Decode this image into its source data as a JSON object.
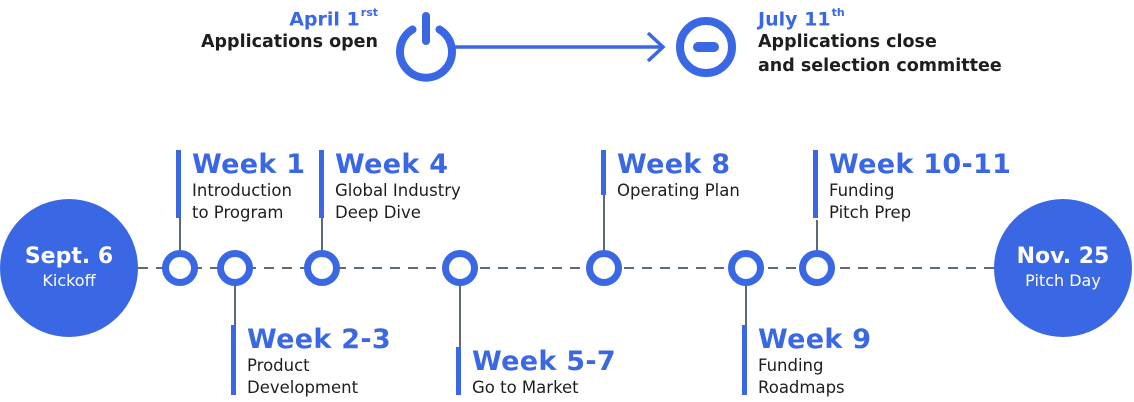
{
  "application": {
    "open": {
      "month_day": "April 1",
      "suffix": "rst",
      "label": "Applications open"
    },
    "close": {
      "month_day": "July 11",
      "suffix": "th",
      "line1": "Applications close",
      "line2": "and selection committee"
    }
  },
  "endpoints": {
    "start": {
      "title": "Sept. 6",
      "subtitle": "Kickoff"
    },
    "end": {
      "title": "Nov. 25",
      "subtitle": "Pitch Day"
    }
  },
  "milestones": [
    {
      "title": "Week 1",
      "line1": "Introduction",
      "line2": "to Program"
    },
    {
      "title": "Week 2-3",
      "line1": "Product",
      "line2": "Development"
    },
    {
      "title": "Week 4",
      "line1": "Global Industry",
      "line2": "Deep Dive"
    },
    {
      "title": "Week 5-7",
      "line1": "Go to Market",
      "line2": ""
    },
    {
      "title": "Week 8",
      "line1": "Operating Plan",
      "line2": ""
    },
    {
      "title": "Week 9",
      "line1": "Funding",
      "line2": "Roadmaps"
    },
    {
      "title": "Week 10-11",
      "line1": "Funding",
      "line2": "Pitch Prep"
    }
  ],
  "colors": {
    "accent": "#3a67e4",
    "text": "#1e1e1e",
    "line": "#5d6b78"
  }
}
